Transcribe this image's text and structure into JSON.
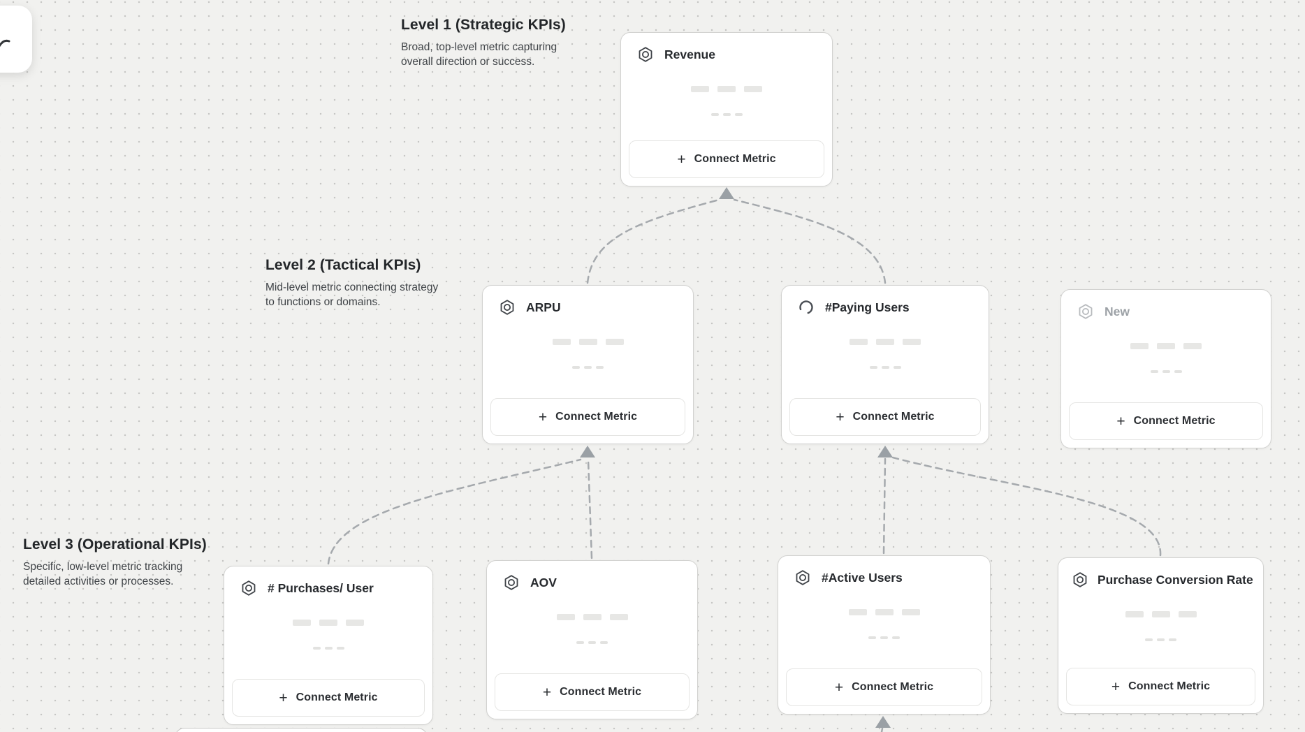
{
  "levels": [
    {
      "title": "Level 1 (Strategic KPIs)",
      "description": "Broad, top-level metric capturing overall direction or success."
    },
    {
      "title": "Level 2 (Tactical KPIs)",
      "description": "Mid-level metric connecting strategy to functions or domains."
    },
    {
      "title": "Level 3 (Operational KPIs)",
      "description": "Specific, low-level metric tracking detailed activities or processes."
    }
  ],
  "cards": {
    "revenue": {
      "title": "Revenue",
      "icon": "hexagon-metric-icon"
    },
    "arpu": {
      "title": "ARPU",
      "icon": "hexagon-metric-icon"
    },
    "paying_users": {
      "title": "#Paying Users",
      "icon": "loading-spinner-icon"
    },
    "new": {
      "title": "New",
      "icon": "hexagon-metric-icon"
    },
    "purchases_per_user": {
      "title": "# Purchases/ User",
      "icon": "hexagon-metric-icon"
    },
    "aov": {
      "title": "AOV",
      "icon": "hexagon-metric-icon"
    },
    "active_users": {
      "title": "#Active Users",
      "icon": "hexagon-metric-icon"
    },
    "purchase_conversion_rate": {
      "title": "Purchase Conversion Rate",
      "icon": "hexagon-metric-icon"
    }
  },
  "labels": {
    "connect_metric": "Connect Metric",
    "plus": "+"
  },
  "colors": {
    "canvas_bg": "#f1f1ef",
    "card_border": "#d2d2d0",
    "connector": "#a5a9ad",
    "arrowhead": "#9aa0a5",
    "title_text": "#26292d",
    "muted_title": "#9ca1a6"
  }
}
